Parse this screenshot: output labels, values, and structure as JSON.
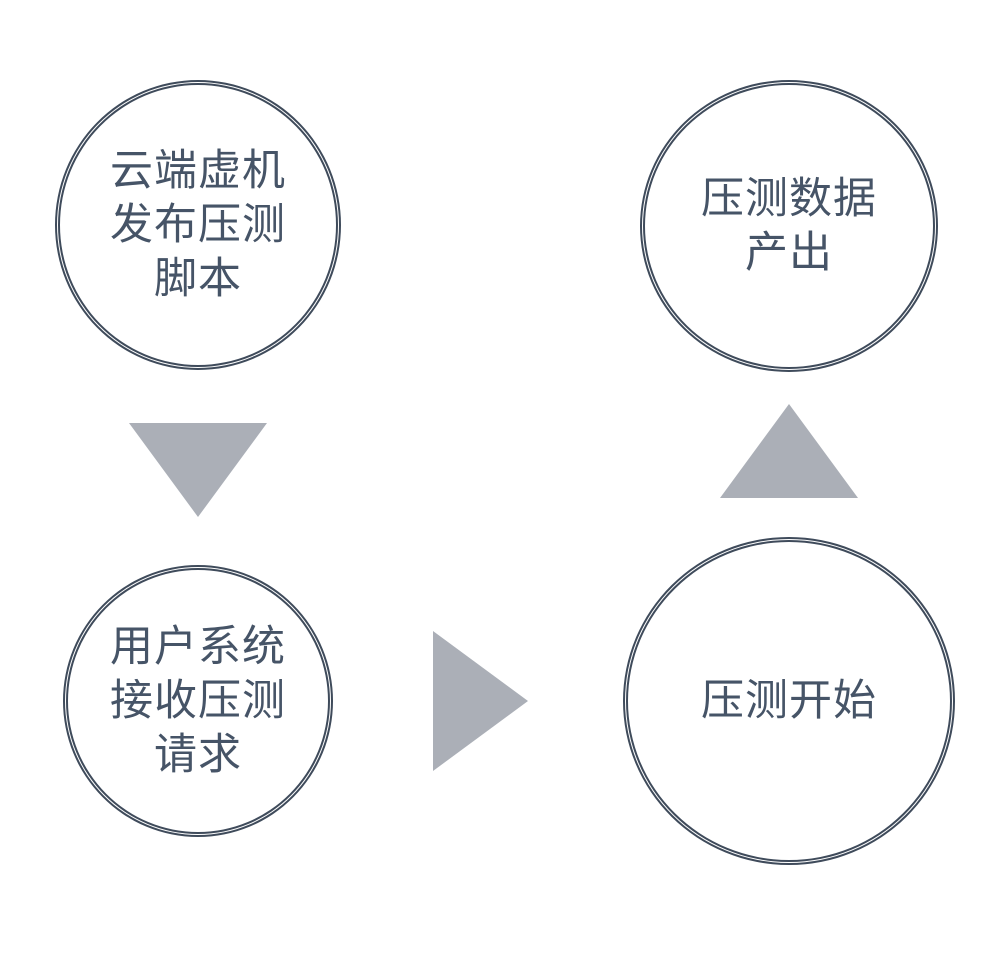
{
  "diagram": {
    "colors": {
      "circle_border": "#3f4b5b",
      "text": "#465467",
      "arrow_fill": "#abafb7",
      "background": "#ffffff"
    },
    "nodes": [
      {
        "id": "step-1",
        "text": "云端虚机\n发布压测\n脚本"
      },
      {
        "id": "step-2",
        "text": "用户系统\n接收压测\n请求"
      },
      {
        "id": "step-3",
        "text": "压测开始"
      },
      {
        "id": "step-4",
        "text": "压测数据\n产出"
      }
    ],
    "arrows": [
      {
        "from": "step-1",
        "to": "step-2",
        "direction": "down"
      },
      {
        "from": "step-2",
        "to": "step-3",
        "direction": "right"
      },
      {
        "from": "step-3",
        "to": "step-4",
        "direction": "up"
      }
    ]
  }
}
